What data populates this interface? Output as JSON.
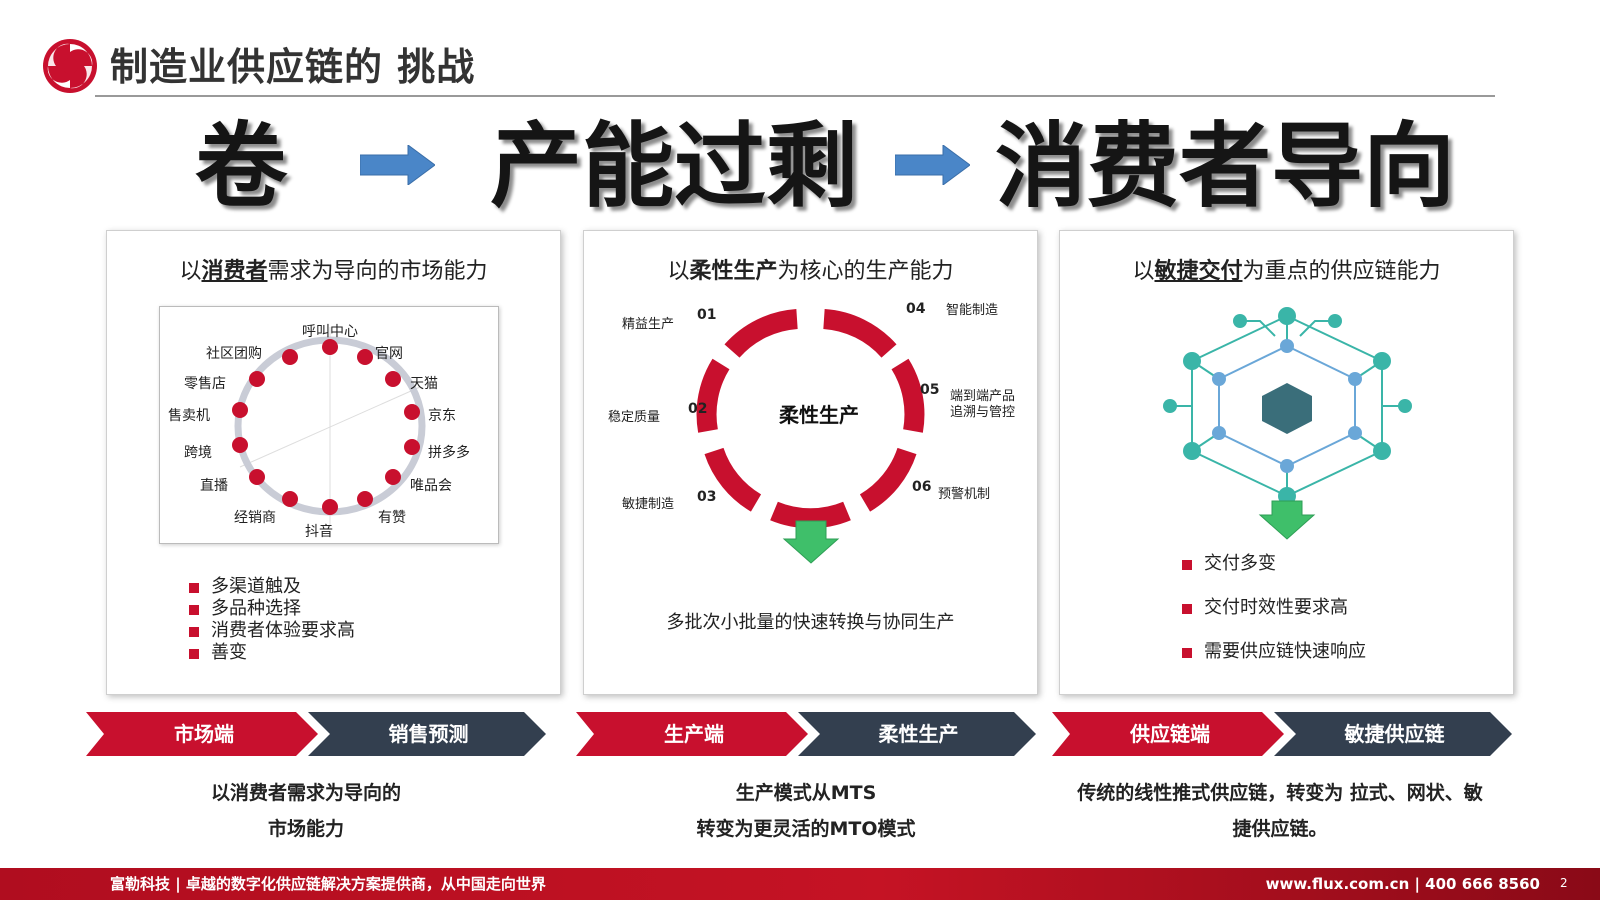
{
  "header": {
    "title": "制造业供应链的 挑战"
  },
  "headline": {
    "word1": "卷",
    "word2": "产能过剩",
    "word3": "消费者导向"
  },
  "panels": [
    {
      "title_pre": "以",
      "title_em": "消费者",
      "title_post": "需求为导向的市场能力",
      "channels": [
        "呼叫中心",
        "官网",
        "天猫",
        "京东",
        "拼多多",
        "唯品会",
        "有赞",
        "抖音",
        "经销商",
        "直播",
        "跨境",
        "售卖机",
        "零售店",
        "社区团购"
      ],
      "bullets": [
        "多渠道触及",
        "多品种选择",
        "消费者体验要求高",
        "善变"
      ]
    },
    {
      "title_pre": "以",
      "title_em": "柔性生产",
      "title_post": "为核心的生产能力",
      "center": "柔性生产",
      "items": [
        {
          "num": "01",
          "label": "精益生产"
        },
        {
          "num": "02",
          "label": "稳定质量"
        },
        {
          "num": "03",
          "label": "敏捷制造"
        },
        {
          "num": "04",
          "label": "智能制造"
        },
        {
          "num": "05",
          "label": "端到端产品"
        },
        {
          "num": "06",
          "label": "预警机制"
        }
      ],
      "item5_line2": "追溯与管控",
      "description": "多批次小批量的快速转换与协同生产"
    },
    {
      "title_pre": "以",
      "title_em": "敏捷交付",
      "title_post": "为重点的供应链能力",
      "bullets": [
        "交付多变",
        "交付时效性要求高",
        "需要供应链快速响应"
      ]
    }
  ],
  "chevrons": [
    {
      "primary": "市场端",
      "secondary": "销售预测"
    },
    {
      "primary": "生产端",
      "secondary": "柔性生产"
    },
    {
      "primary": "供应链端",
      "secondary": "敏捷供应链"
    }
  ],
  "bottom": [
    {
      "line1": "以消费者需求为导向的",
      "line2": "市场能力"
    },
    {
      "line1": "生产模式从MTS",
      "line2": "转变为更灵活的MTO模式"
    },
    {
      "line1": "传统的线性推式供应链，转变为 拉式、网状、敏",
      "line2": "捷供应链。"
    }
  ],
  "footer": {
    "left": "富勒科技 | 卓越的数字化供应链解决方案提供商，从中国走向世界",
    "right": "www.flux.com.cn | 400 666 8560",
    "page": "2"
  },
  "colors": {
    "brand_red": "#c8102e",
    "dark_slate": "#333f4f",
    "arrow_blue": "#4a86c8",
    "arrow_green": "#3fbf6a",
    "tech_teal": "#3ab5a8"
  },
  "icons": {
    "logo": "swirl-logo-icon",
    "arrow_right": "arrow-right-icon",
    "arrow_down": "arrow-down-icon"
  }
}
